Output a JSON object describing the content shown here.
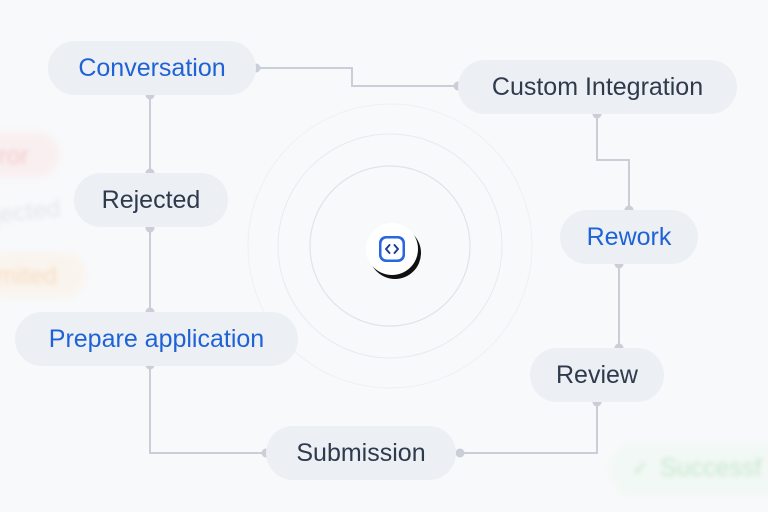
{
  "nodes": {
    "conversation": "Conversation",
    "custom_integration": "Custom Integration",
    "rejected": "Rejected",
    "rework": "Rework",
    "prepare_application": "Prepare application",
    "review": "Review",
    "submission": "Submission"
  },
  "background_labels": {
    "error": "ror",
    "rejected": "jected",
    "limited": "mited",
    "success": "Successf"
  },
  "center": {
    "icon": "code-brackets-icon"
  },
  "colors": {
    "accent": "#1e63d6",
    "text_dark": "#2f3a4d",
    "pill_bg": "#eceff4",
    "connector": "#c9ced8",
    "ghost_error": "#f19a9a",
    "ghost_limited": "#f3c28c",
    "ghost_success": "#8fd19e"
  }
}
